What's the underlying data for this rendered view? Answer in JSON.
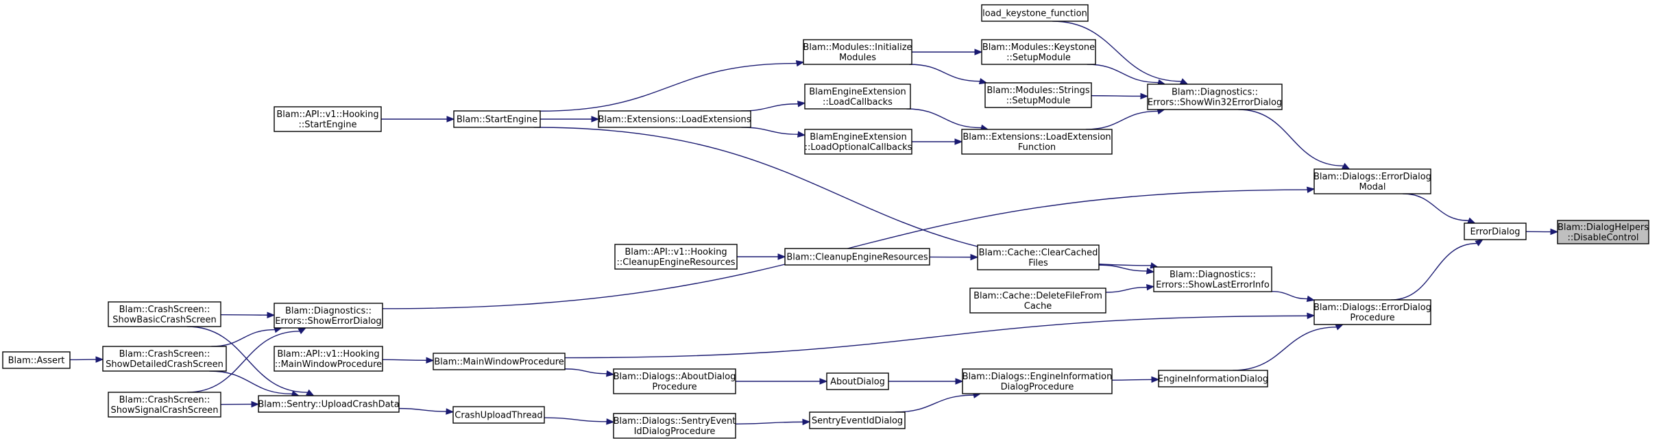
{
  "colors": {
    "edge": "#191970",
    "node_border": "#000000",
    "focus_fill": "#bfbfbf",
    "background": "#ffffff"
  },
  "nodes": [
    {
      "id": "disable_control",
      "lines": [
        "Blam::DialogHelpers",
        "::DisableControl"
      ],
      "focus": true
    },
    {
      "id": "error_dialog",
      "lines": [
        "ErrorDialog"
      ]
    },
    {
      "id": "error_dialog_modal",
      "lines": [
        "Blam::Dialogs::ErrorDialog",
        "Modal"
      ]
    },
    {
      "id": "error_dialog_procedure",
      "lines": [
        "Blam::Dialogs::ErrorDialog",
        "Procedure"
      ]
    },
    {
      "id": "show_win32_error_dialog",
      "lines": [
        "Blam::Diagnostics::",
        "Errors::ShowWin32ErrorDialog"
      ]
    },
    {
      "id": "load_keystone_function",
      "lines": [
        "load_keystone_function"
      ]
    },
    {
      "id": "keystone_setup",
      "lines": [
        "Blam::Modules::Keystone",
        "::SetupModule"
      ]
    },
    {
      "id": "strings_setup",
      "lines": [
        "Blam::Modules::Strings",
        "::SetupModule"
      ]
    },
    {
      "id": "load_extension_function",
      "lines": [
        "Blam::Extensions::LoadExtension",
        "Function"
      ]
    },
    {
      "id": "modules_initialize",
      "lines": [
        "Blam::Modules::Initialize",
        "Modules"
      ]
    },
    {
      "id": "load_callbacks",
      "lines": [
        "BlamEngineExtension",
        "::LoadCallbacks"
      ]
    },
    {
      "id": "load_optional_callbacks",
      "lines": [
        "BlamEngineExtension",
        "::LoadOptionalCallbacks"
      ]
    },
    {
      "id": "load_extensions",
      "lines": [
        "Blam::Extensions::LoadExtensions"
      ]
    },
    {
      "id": "start_engine",
      "lines": [
        "Blam::StartEngine"
      ]
    },
    {
      "id": "api_start_engine",
      "lines": [
        "Blam::API::v1::Hooking",
        "::StartEngine"
      ]
    },
    {
      "id": "show_last_error_info",
      "lines": [
        "Blam::Diagnostics::",
        "Errors::ShowLastErrorInfo"
      ]
    },
    {
      "id": "clear_cached_files",
      "lines": [
        "Blam::Cache::ClearCached",
        "Files"
      ]
    },
    {
      "id": "delete_file_from_cache",
      "lines": [
        "Blam::Cache::DeleteFileFrom",
        "Cache"
      ]
    },
    {
      "id": "cleanup_engine_resources",
      "lines": [
        "Blam::CleanupEngineResources"
      ]
    },
    {
      "id": "api_cleanup_engine_resources",
      "lines": [
        "Blam::API::v1::Hooking",
        "::CleanupEngineResources"
      ]
    },
    {
      "id": "show_error_dialog",
      "lines": [
        "Blam::Diagnostics::",
        "Errors::ShowErrorDialog"
      ]
    },
    {
      "id": "show_basic_crash_screen",
      "lines": [
        "Blam::CrashScreen::",
        "ShowBasicCrashScreen"
      ]
    },
    {
      "id": "show_detailed_crash_screen",
      "lines": [
        "Blam::CrashScreen::",
        "ShowDetailedCrashScreen"
      ]
    },
    {
      "id": "show_signal_crash_screen",
      "lines": [
        "Blam::CrashScreen::",
        "ShowSignalCrashScreen"
      ]
    },
    {
      "id": "assert",
      "lines": [
        "Blam::Assert"
      ]
    },
    {
      "id": "api_main_window_procedure",
      "lines": [
        "Blam::API::v1::Hooking",
        "::MainWindowProcedure"
      ]
    },
    {
      "id": "main_window_procedure",
      "lines": [
        "Blam::MainWindowProcedure"
      ]
    },
    {
      "id": "upload_crash_data",
      "lines": [
        "Blam::Sentry::UploadCrashData"
      ]
    },
    {
      "id": "crash_upload_thread",
      "lines": [
        "CrashUploadThread"
      ]
    },
    {
      "id": "about_dialog_procedure",
      "lines": [
        "Blam::Dialogs::AboutDialog",
        "Procedure"
      ]
    },
    {
      "id": "sentry_event_id_dialog_procedure",
      "lines": [
        "Blam::Dialogs::SentryEvent",
        "IdDialogProcedure"
      ]
    },
    {
      "id": "about_dialog",
      "lines": [
        "AboutDialog"
      ]
    },
    {
      "id": "sentry_event_id_dialog",
      "lines": [
        "SentryEventIdDialog"
      ]
    },
    {
      "id": "engine_information_dialog_procedure",
      "lines": [
        "Blam::Dialogs::EngineInformation",
        "DialogProcedure"
      ]
    },
    {
      "id": "engine_information_dialog",
      "lines": [
        "EngineInformationDialog"
      ]
    }
  ],
  "edges": [
    [
      "error_dialog",
      "disable_control"
    ],
    [
      "error_dialog_modal",
      "error_dialog"
    ],
    [
      "error_dialog_procedure",
      "error_dialog"
    ],
    [
      "show_win32_error_dialog",
      "error_dialog_modal"
    ],
    [
      "load_keystone_function",
      "show_win32_error_dialog"
    ],
    [
      "keystone_setup",
      "show_win32_error_dialog"
    ],
    [
      "strings_setup",
      "show_win32_error_dialog"
    ],
    [
      "load_extension_function",
      "show_win32_error_dialog"
    ],
    [
      "modules_initialize",
      "keystone_setup"
    ],
    [
      "modules_initialize",
      "strings_setup"
    ],
    [
      "load_callbacks",
      "load_extension_function"
    ],
    [
      "load_optional_callbacks",
      "load_extension_function"
    ],
    [
      "load_extensions",
      "load_callbacks"
    ],
    [
      "load_extensions",
      "load_optional_callbacks"
    ],
    [
      "start_engine",
      "modules_initialize"
    ],
    [
      "start_engine",
      "load_extensions"
    ],
    [
      "start_engine",
      "show_last_error_info"
    ],
    [
      "api_start_engine",
      "start_engine"
    ],
    [
      "show_last_error_info",
      "error_dialog_procedure"
    ],
    [
      "clear_cached_files",
      "show_last_error_info"
    ],
    [
      "delete_file_from_cache",
      "show_last_error_info"
    ],
    [
      "cleanup_engine_resources",
      "clear_cached_files"
    ],
    [
      "api_cleanup_engine_resources",
      "cleanup_engine_resources"
    ],
    [
      "show_error_dialog",
      "error_dialog_modal"
    ],
    [
      "show_basic_crash_screen",
      "show_error_dialog"
    ],
    [
      "show_detailed_crash_screen",
      "show_error_dialog"
    ],
    [
      "show_signal_crash_screen",
      "show_error_dialog"
    ],
    [
      "show_basic_crash_screen",
      "upload_crash_data"
    ],
    [
      "show_detailed_crash_screen",
      "upload_crash_data"
    ],
    [
      "show_signal_crash_screen",
      "upload_crash_data"
    ],
    [
      "assert",
      "show_detailed_crash_screen"
    ],
    [
      "api_main_window_procedure",
      "main_window_procedure"
    ],
    [
      "main_window_procedure",
      "error_dialog_procedure"
    ],
    [
      "main_window_procedure",
      "about_dialog_procedure"
    ],
    [
      "upload_crash_data",
      "crash_upload_thread"
    ],
    [
      "crash_upload_thread",
      "sentry_event_id_dialog_procedure"
    ],
    [
      "about_dialog_procedure",
      "about_dialog"
    ],
    [
      "sentry_event_id_dialog_procedure",
      "sentry_event_id_dialog"
    ],
    [
      "about_dialog",
      "engine_information_dialog_procedure"
    ],
    [
      "sentry_event_id_dialog",
      "engine_information_dialog_procedure"
    ],
    [
      "engine_information_dialog_procedure",
      "engine_information_dialog"
    ],
    [
      "engine_information_dialog",
      "error_dialog_procedure"
    ]
  ]
}
